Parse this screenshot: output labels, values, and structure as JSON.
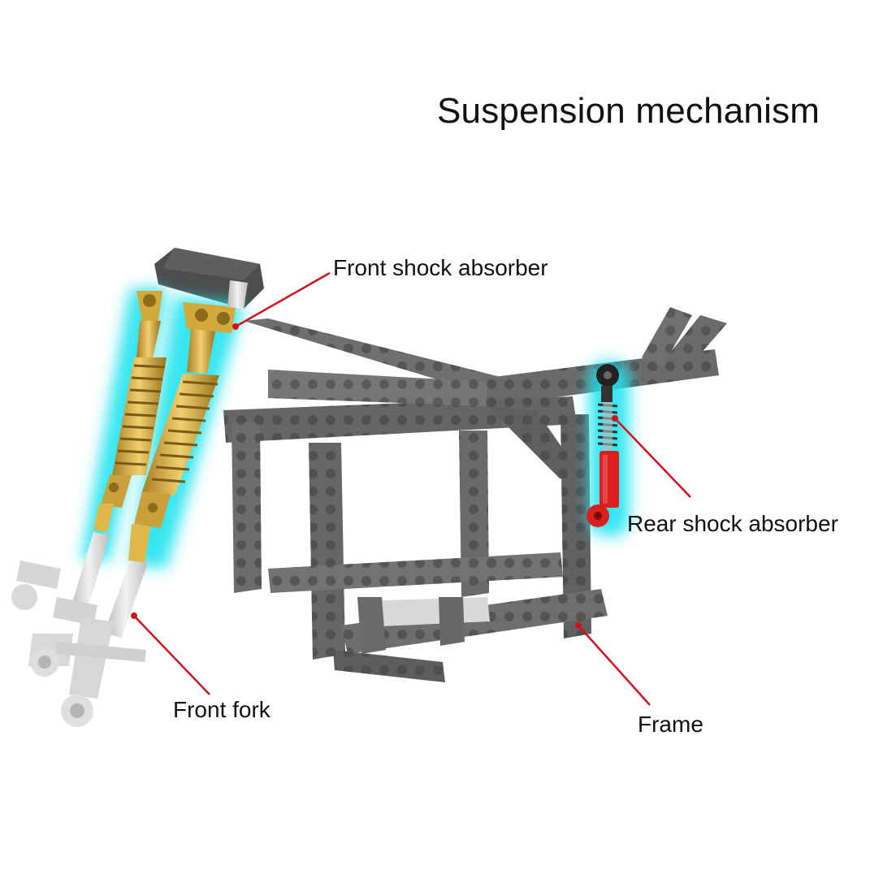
{
  "title": "Suspension mechanism",
  "labels": {
    "front_shock_absorber": "Front shock absorber",
    "rear_shock_absorber": "Rear shock absorber",
    "front_fork": "Front fork",
    "frame": "Frame"
  },
  "colors": {
    "leader_line": "#d0141c",
    "frame_gray": "#6e6e6e",
    "glow_cyan": "#22e3f0",
    "shock_gold": "#d9b24a",
    "rear_shock_red": "#d9201e",
    "fork_silver": "#d9d9d9"
  }
}
